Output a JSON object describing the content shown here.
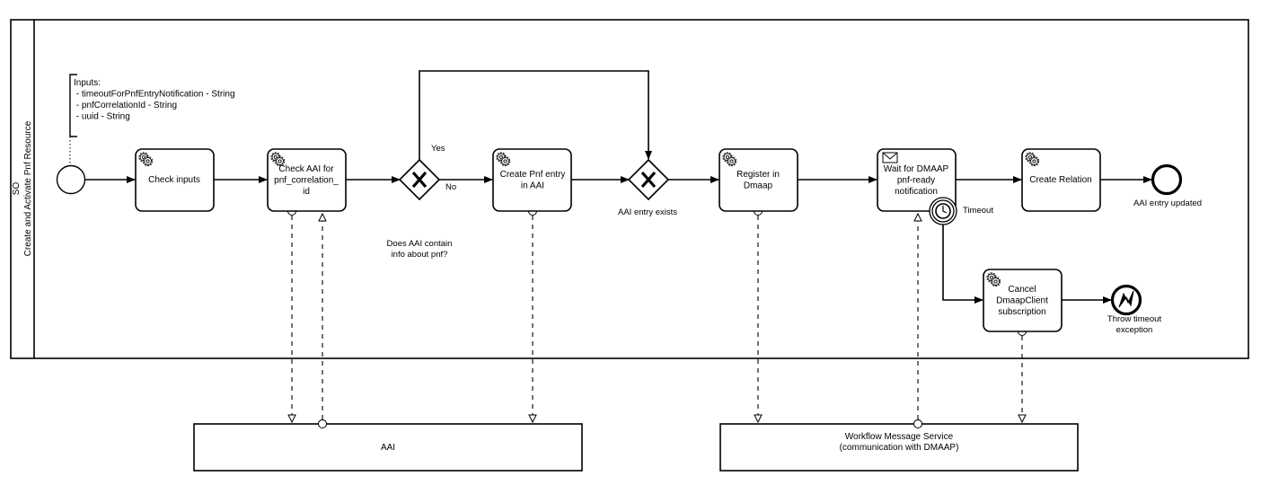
{
  "pool": {
    "name": "SO"
  },
  "lane": {
    "name": "Create and Activate Pnf Resource"
  },
  "annotation": {
    "lines": [
      "Inputs:",
      " - timeoutForPnfEntryNotification - String",
      " - pnfCorrelationId - String",
      " - uuid - String"
    ]
  },
  "tasks": {
    "check_inputs": [
      "Check inputs"
    ],
    "check_aai": [
      "Check AAI for",
      "pnf_correlation_",
      "id"
    ],
    "create_pnf": [
      "Create Pnf entry",
      "in AAI"
    ],
    "register_dmaap": [
      "Register in",
      "Dmaap"
    ],
    "wait_dmaap": [
      "Wait for DMAAP",
      "pnf-ready",
      "notification"
    ],
    "create_relation": [
      "Create Relation"
    ],
    "cancel_sub": [
      "Cancel",
      "DmaapClient",
      "subscription"
    ]
  },
  "gateway_question": [
    "Does AAI contain",
    "info about pnf?"
  ],
  "gateway_yes": "Yes",
  "gateway_no": "No",
  "merge_label": "AAI entry exists",
  "timer_label": "Timeout",
  "end_label": "AAI entry updated",
  "error_end_label": [
    "Throw timeout",
    "exception"
  ],
  "external": {
    "aai": [
      "AAI"
    ],
    "wms": [
      "Workflow Message Service",
      "(communication with DMAAP)"
    ]
  }
}
